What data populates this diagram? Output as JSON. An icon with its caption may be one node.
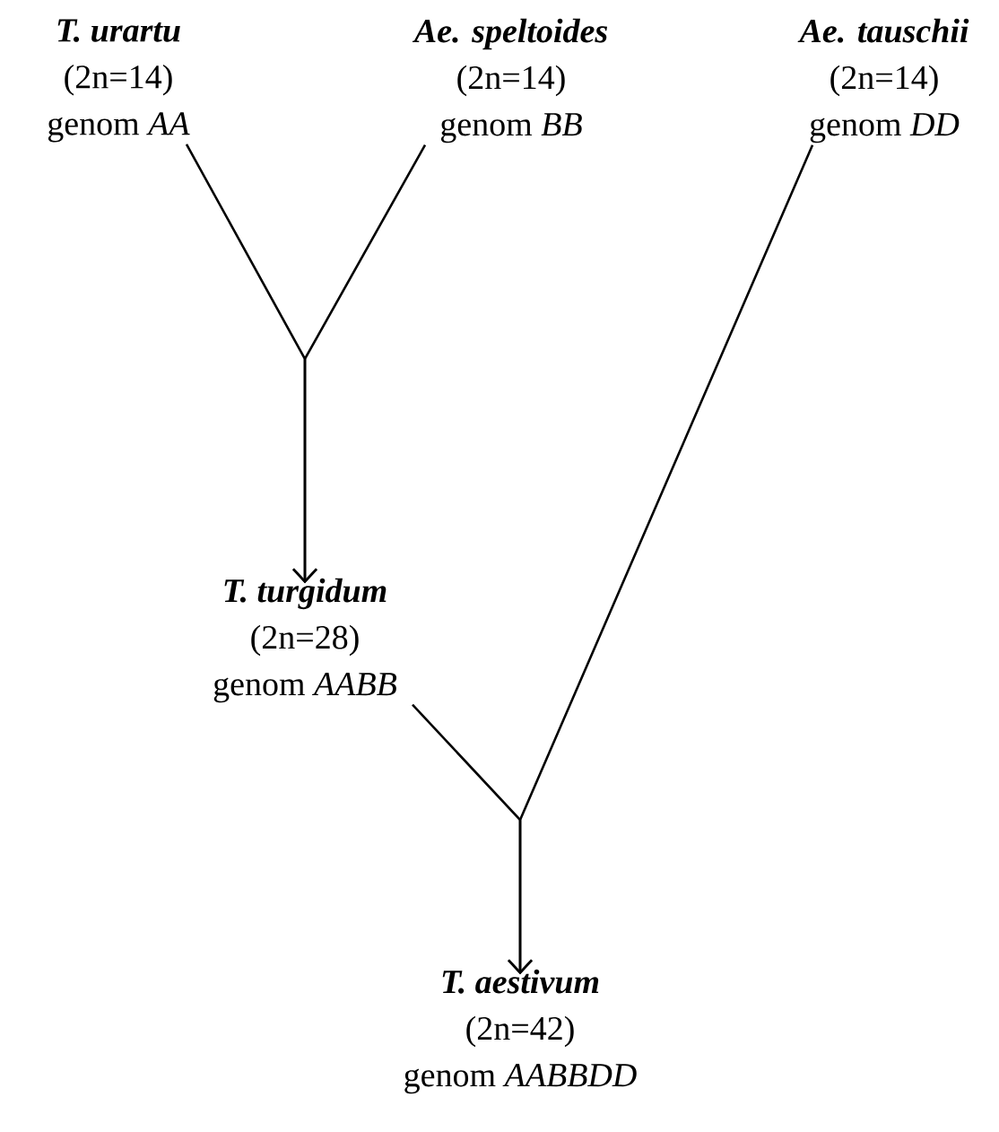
{
  "diagram": {
    "nodes": [
      {
        "text": [
          "T. urartu",
          "(2n=14)",
          "genom *AA*"
        ]
      },
      {
        "text": [
          "Ae. speltoides",
          "(2n=14)",
          "genom *BB*"
        ]
      },
      {
        "text": [
          "Ae. tauschii",
          "(2n=14)",
          "genom *DD*"
        ]
      },
      {
        "text": [
          "T. turgidum",
          "(2n=28)",
          "genom *AABB*"
        ]
      },
      {
        "text": [
          "T. aestivum",
          "(2n=42)",
          "genom *AABBDD*"
        ]
      }
    ],
    "edges": [
      {
        "from": 0,
        "to": 3,
        "arrow": "to"
      },
      {
        "from": 1,
        "to": 3,
        "arrow": "to"
      },
      {
        "from": 3,
        "to": 4,
        "arrow": "to"
      },
      {
        "from": 2,
        "to": 4,
        "arrow": "to"
      }
    ]
  }
}
